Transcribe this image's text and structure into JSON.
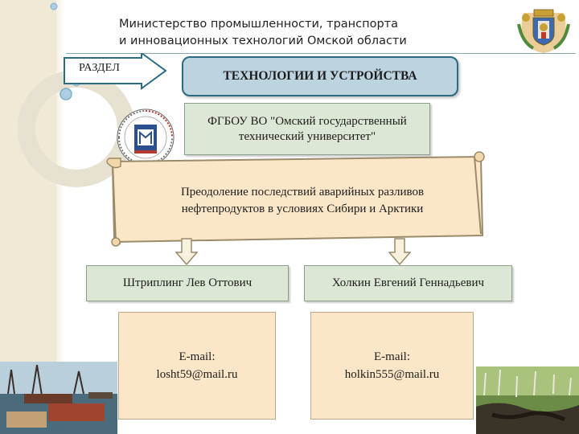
{
  "header": {
    "ministry_line1": "Министерство промышленности, транспорта",
    "ministry_line2": "и инновационных технологий Омской области"
  },
  "section": {
    "label": "РАЗДЕЛ",
    "title": "ТЕХНОЛОГИИ И УСТРОЙСТВА"
  },
  "organization": {
    "name": "ФГБОУ ВО \"Омский государственный технический университет\""
  },
  "project": {
    "title_line1": "Преодоление последствий аварийных разливов",
    "title_line2": "нефтепродуктов в условиях Сибири и Арктики"
  },
  "authors": [
    {
      "name": "Штриплинг Лев Оттович",
      "email_label": "E-mail:",
      "email": "losht59@mail.ru"
    },
    {
      "name": "Холкин Евгений Геннадьевич",
      "email_label": "E-mail:",
      "email": "holkin555@mail.ru"
    }
  ],
  "colors": {
    "title_box_fill": "#bcd3e0",
    "title_box_border": "#2d6b83",
    "green_box_fill": "#dde7d6",
    "scroll_fill": "#fbe7c7",
    "email_box_fill": "#fbe7c7"
  },
  "icons": [
    "coat-of-arms-icon",
    "university-logo-icon",
    "down-arrow-icon",
    "section-arrow-icon"
  ]
}
